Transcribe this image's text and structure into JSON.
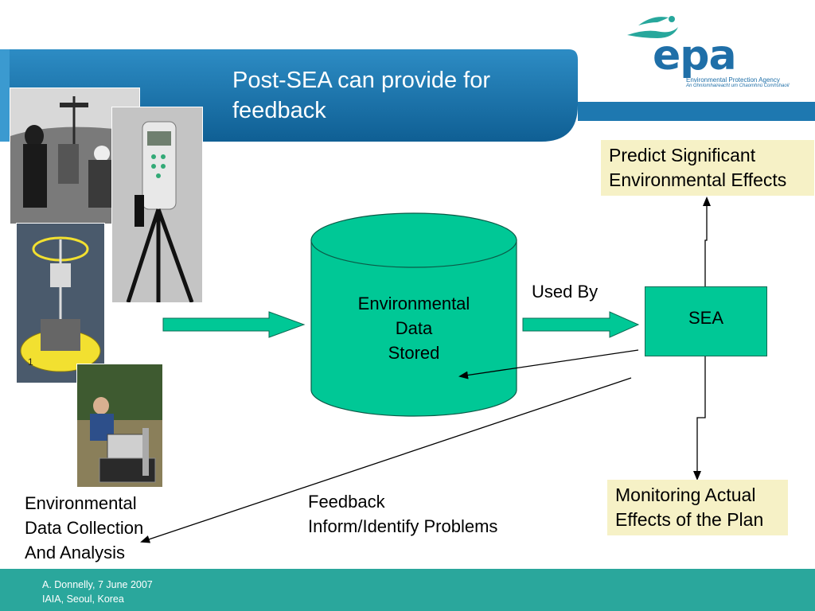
{
  "slide": {
    "title_line1": "Post-SEA can provide for",
    "title_line2": "feedback"
  },
  "logo": {
    "text": "epa",
    "subtitle_line1": "Environmental Protection Agency",
    "subtitle_line2": "An Ghníomhaireacht um Chaomhnú Comhshaoil"
  },
  "diagram": {
    "cylinder_line1": "Environmental",
    "cylinder_line2": "Data",
    "cylinder_line3": "Stored",
    "used_by": "Used By",
    "sea": "SEA",
    "predict_line1": "Predict Significant",
    "predict_line2": "Environmental Effects",
    "monitoring_line1": "Monitoring Actual",
    "monitoring_line2": "Effects of the Plan",
    "feedback_line1": "Feedback",
    "feedback_line2": "Inform/Identify Problems",
    "collection_line1": "Environmental",
    "collection_line2": "Data Collection",
    "collection_line3": "And Analysis"
  },
  "footer": {
    "line1": "A. Donnelly, 7 June 2007",
    "line2": "IAIA, Seoul, Korea"
  },
  "colors": {
    "banner_blue": "#1a73a8",
    "accent_green": "#00c896",
    "box_yellow": "#f6f1c6",
    "footer_teal": "#2aa79c"
  }
}
